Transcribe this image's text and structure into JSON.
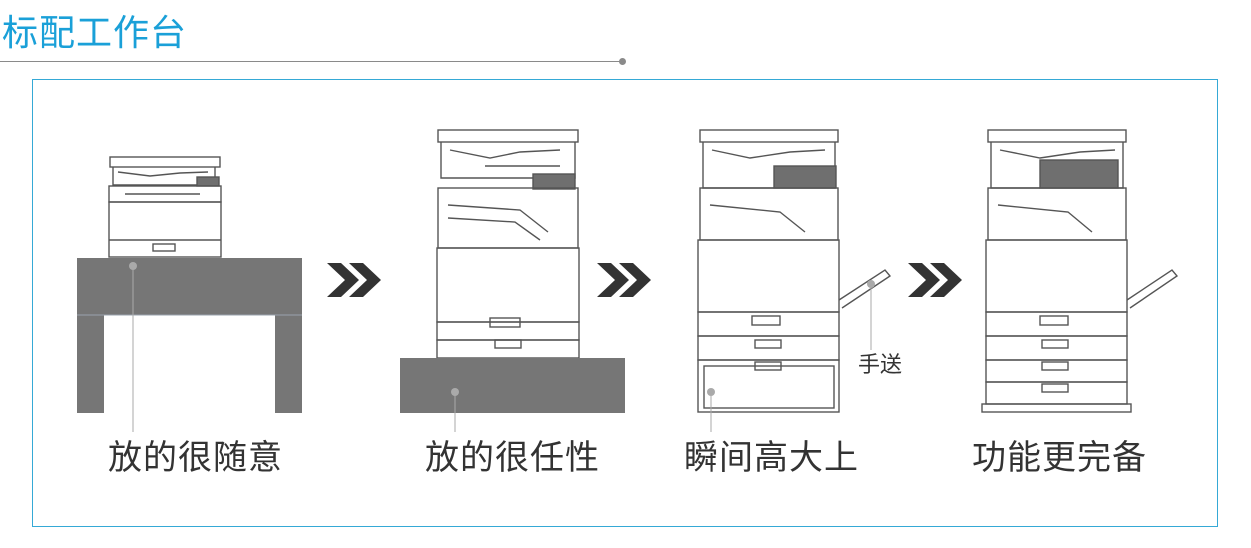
{
  "header": {
    "title": "标配工作台"
  },
  "steps": [
    {
      "caption": "放的很随意"
    },
    {
      "caption": "放的很任性"
    },
    {
      "caption": "瞬间高大上"
    },
    {
      "caption": "功能更完备"
    }
  ],
  "callout": {
    "manual_feed": "手送"
  },
  "colors": {
    "accent": "#1aa0d8",
    "frame": "#35a9d6",
    "furniture": "#767676",
    "line_art": "#555555"
  }
}
